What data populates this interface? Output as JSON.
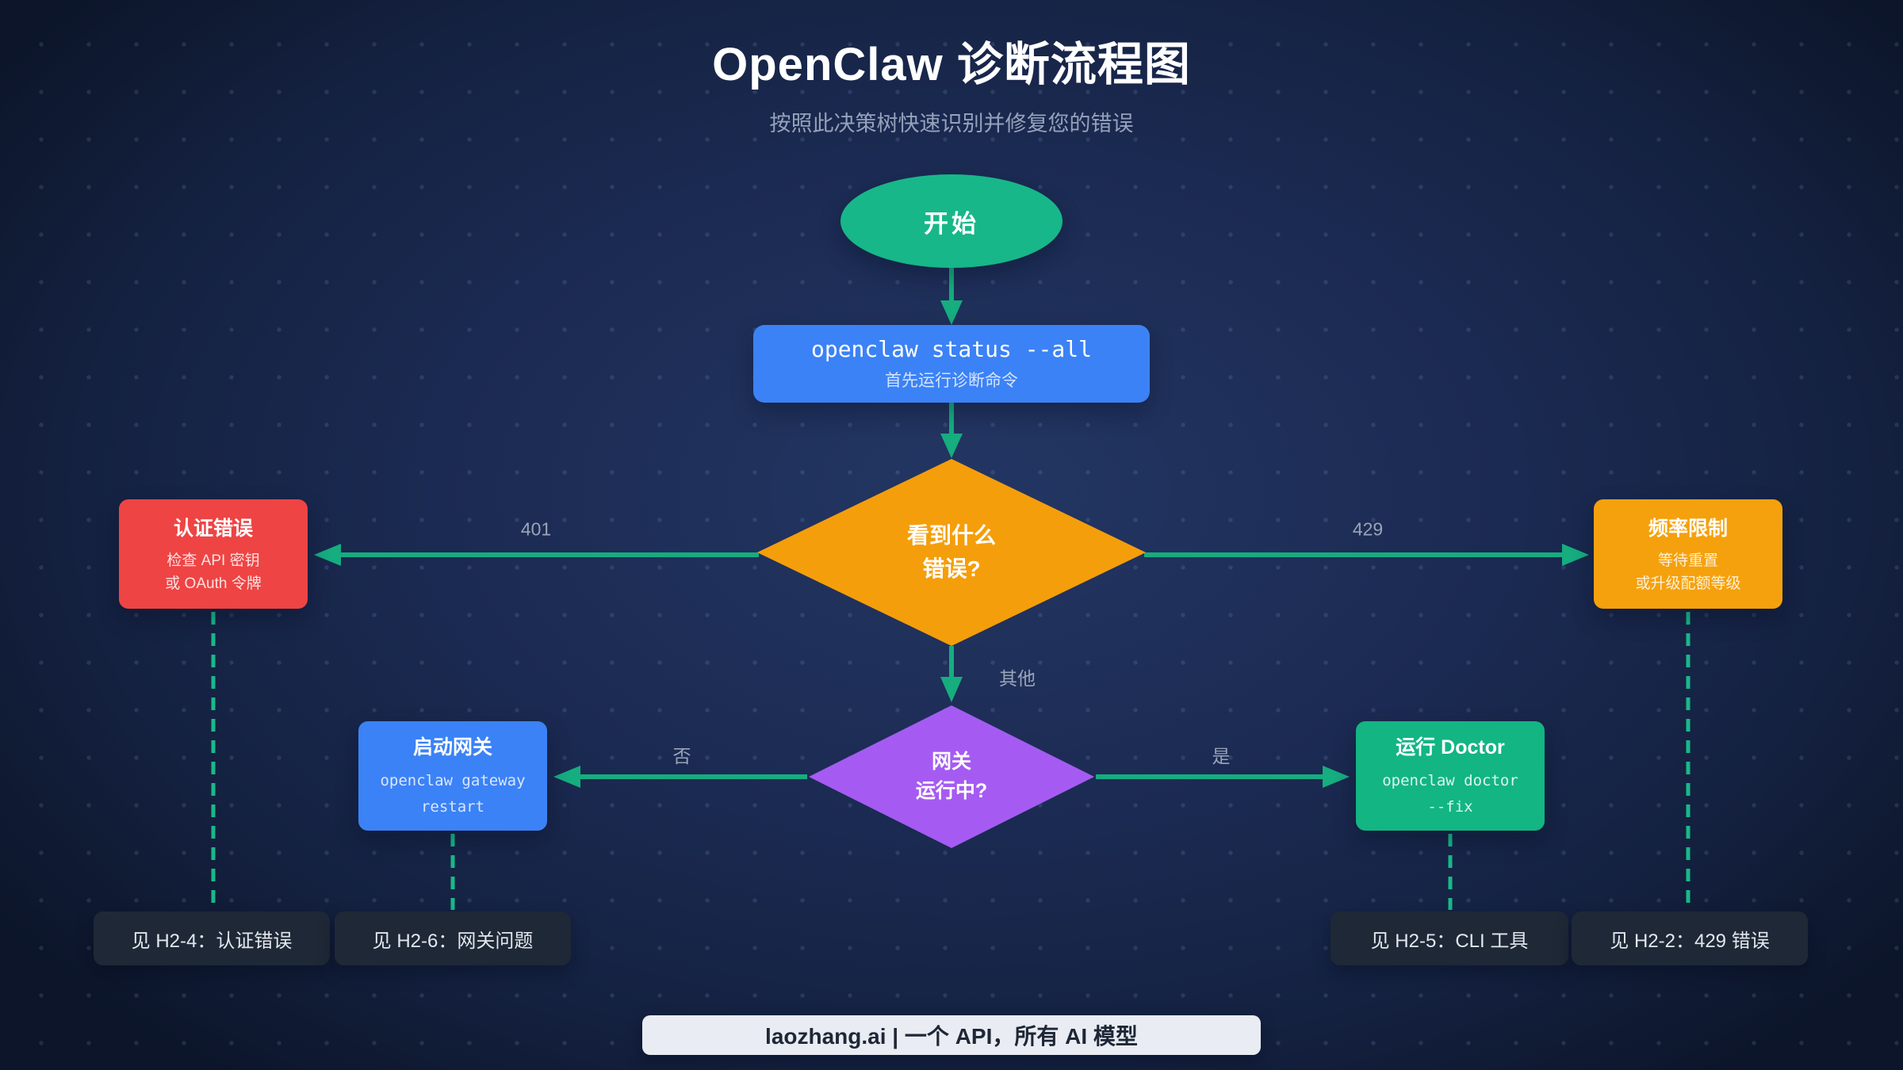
{
  "header": {
    "title": "OpenClaw 诊断流程图",
    "subtitle": "按照此决策树快速识别并修复您的错误"
  },
  "nodes": {
    "start": {
      "label": "开始"
    },
    "status_cmd": {
      "command": "openclaw status --all",
      "caption": "首先运行诊断命令"
    },
    "error_decision": {
      "line1": "看到什么",
      "line2": "错误?"
    },
    "auth_error": {
      "title": "认证错误",
      "line1": "检查 API 密钥",
      "line2": "或 OAuth 令牌"
    },
    "rate_limit": {
      "title": "频率限制",
      "line1": "等待重置",
      "line2": "或升级配额等级"
    },
    "gateway_decision": {
      "line1": "网关",
      "line2": "运行中?"
    },
    "start_gateway": {
      "title": "启动网关",
      "cmd_line1": "openclaw gateway",
      "cmd_line2": "restart"
    },
    "run_doctor": {
      "title": "运行 Doctor",
      "cmd_line1": "openclaw doctor",
      "cmd_line2": "--fix"
    }
  },
  "edge_labels": {
    "auth": "401",
    "rate": "429",
    "other": "其他",
    "no": "否",
    "yes": "是"
  },
  "references": [
    {
      "label": "见 H2-4：认证错误"
    },
    {
      "label": "见 H2-6：网关问题"
    },
    {
      "label": "见 H2-5：CLI 工具"
    },
    {
      "label": "见 H2-2：429 错误"
    }
  ],
  "footer": {
    "text": "laozhang.ai | 一个 API，所有 AI 模型"
  },
  "colors": {
    "background_center": "#233663",
    "background_edge": "#0c1529",
    "arrow_green": "#16ad7f",
    "start_green": "#17b789",
    "command_blue": "#3b82f6",
    "decision_orange": "#f59e0b",
    "auth_red": "#ee4444",
    "rate_orange": "#f5a10d",
    "gateway_purple": "#a55bf2",
    "doctor_green": "#13b583",
    "reference_dark": "#1f2836",
    "footer_light": "#e9ecf2",
    "label_gray": "#9aa4b8"
  }
}
